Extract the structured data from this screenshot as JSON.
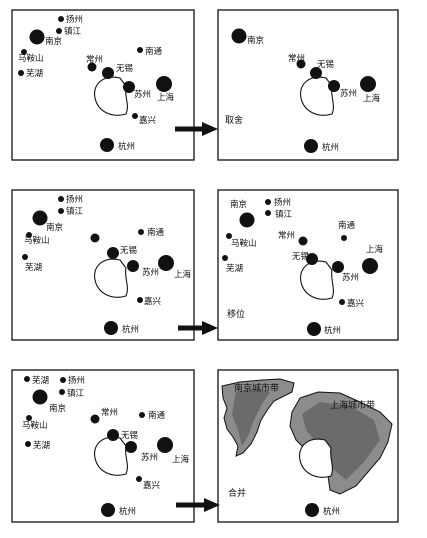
{
  "cities": {
    "nanjing": "南京",
    "yangzhou": "扬州",
    "zhenjiang": "镇江",
    "maanshan": "马鞍山",
    "wuhu": "芜湖",
    "changzhou": "常州",
    "wuxi": "无锡",
    "suzhou": "苏州",
    "shanghai": "上海",
    "nantong": "南通",
    "jiaxing": "嘉兴",
    "hangzhou": "杭州"
  },
  "operations": {
    "row1": "取舍",
    "row2": "移位",
    "row3": "合并"
  },
  "zones": {
    "nanjing_belt": "南京城市带",
    "shanghai_belt": "上海城市带"
  }
}
